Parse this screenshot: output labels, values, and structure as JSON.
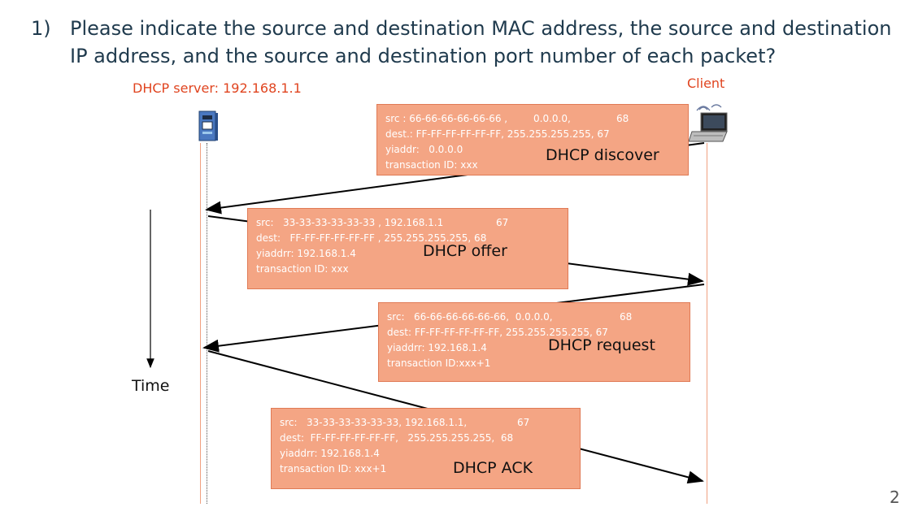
{
  "question": {
    "number": "1)",
    "line1": "Please indicate the source and destination MAC address, the source and destination",
    "line2": "IP address, and the source and destination port number of each packet?"
  },
  "labels": {
    "server": "DHCP server: 192.168.1.1",
    "client": "Client",
    "time": "Time",
    "page": "2"
  },
  "messages": [
    {
      "title": "DHCP discover",
      "src_a": "src : 66-66-66-66-66-66 ,",
      "src_b": "0.0.0.0,",
      "src_c": "68",
      "dest": "dest.: FF-FF-FF-FF-FF-FF, 255.255.255.255, 67",
      "yiaddr": "yiaddr:   0.0.0.0",
      "tid": "transaction ID: xxx"
    },
    {
      "title": "DHCP offer",
      "src_a": "src:   33-33-33-33-33-33 , 192.168.1.1",
      "src_b": "",
      "src_c": "67",
      "dest": "dest:   FF-FF-FF-FF-FF-FF , 255.255.255.255, 68",
      "yiaddr": "yiaddrr: 192.168.1.4",
      "tid": "transaction ID: xxx"
    },
    {
      "title": "DHCP request",
      "src_a": "src:   66-66-66-66-66-66,  0.0.0.0,",
      "src_b": "",
      "src_c": "68",
      "dest": "dest: FF-FF-FF-FF-FF-FF, 255.255.255.255, 67",
      "yiaddr": "yiaddrr: 192.168.1.4",
      "tid": "transaction ID:xxx+1"
    },
    {
      "title": "DHCP ACK",
      "src_a": "src:   33-33-33-33-33-33, 192.168.1.1,",
      "src_b": "",
      "src_c": "67",
      "dest": "dest:  FF-FF-FF-FF-FF-FF,   255.255.255.255,  68",
      "yiaddr": "yiaddrr: 192.168.1.4",
      "tid": "transaction ID: xxx+1"
    }
  ],
  "icons": [
    "server-icon",
    "laptop-icon"
  ],
  "colors": {
    "box_fill": "#f4a584",
    "label_red": "#e0441f",
    "question_text": "#1f3a4d"
  }
}
